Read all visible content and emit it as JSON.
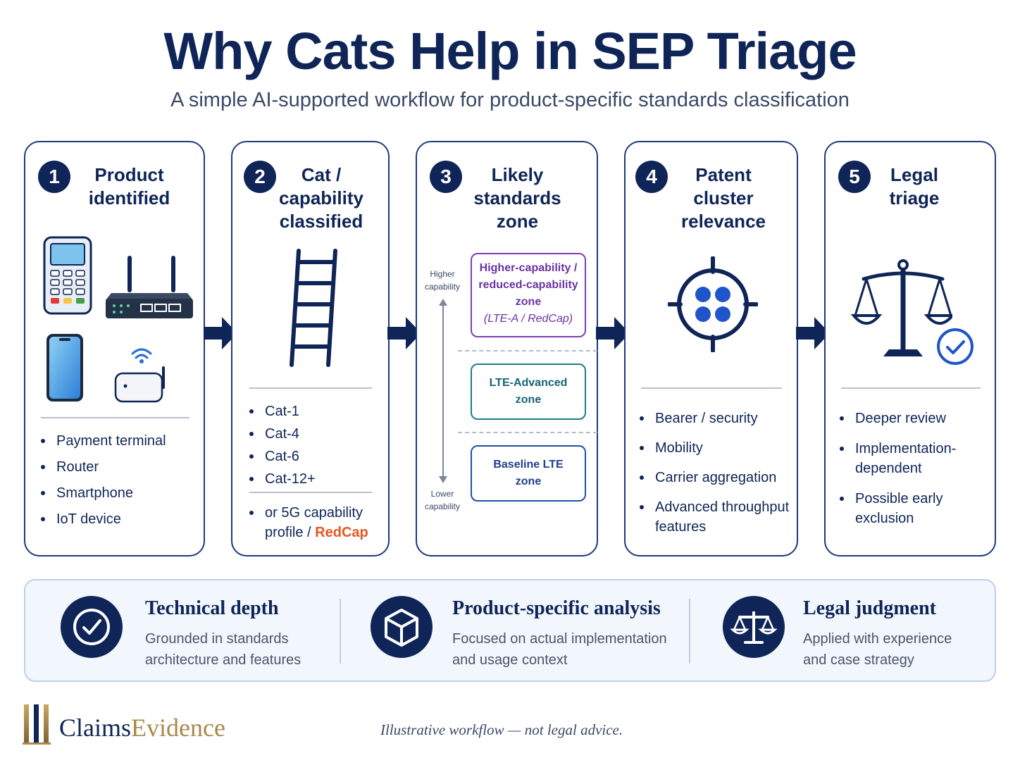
{
  "title": "Why Cats Help in SEP Triage",
  "subtitle": "A simple AI-supported workflow for product-specific standards classification",
  "steps": [
    {
      "number": "1",
      "title_lines": [
        "Product",
        "identified"
      ],
      "bullets": [
        "Payment terminal",
        "Router",
        "Smartphone",
        "IoT device"
      ]
    },
    {
      "number": "2",
      "title_lines": [
        "Cat /",
        "capability",
        "classified"
      ],
      "bullets": [
        "Cat-1",
        "Cat-4",
        "Cat-6",
        "Cat-12+"
      ],
      "extra_prefix": "or 5G capability",
      "extra_prefix_2": "profile / ",
      "extra_highlight": "RedCap"
    },
    {
      "number": "3",
      "title_lines": [
        "Likely",
        "standards",
        "zone"
      ],
      "higher_label": [
        "Higher",
        "capability"
      ],
      "lower_label": [
        "Lower",
        "capability"
      ],
      "zones": [
        {
          "lines": [
            "Higher-capability /",
            "reduced-capability",
            "zone"
          ],
          "sub": "(LTE-A / RedCap)"
        },
        {
          "lines": [
            "LTE-Advanced",
            "zone"
          ]
        },
        {
          "lines": [
            "Baseline LTE",
            "zone"
          ]
        }
      ]
    },
    {
      "number": "4",
      "title_lines": [
        "Patent cluster",
        "relevance"
      ],
      "bullets": [
        "Bearer / security",
        "Mobility",
        "Carrier aggregation",
        "Advanced throughput features"
      ]
    },
    {
      "number": "5",
      "title_lines": [
        "Legal",
        "triage"
      ],
      "bullets": [
        "Deeper review",
        "Implementation-dependent",
        "Possible early exclusion"
      ]
    }
  ],
  "features": [
    {
      "title": "Technical depth",
      "desc": [
        "Grounded in standards",
        "architecture and features"
      ],
      "icon": "check-circle-icon"
    },
    {
      "title": "Product-specific analysis",
      "desc": [
        "Focused on actual implementation",
        "and usage context"
      ],
      "icon": "cube-icon"
    },
    {
      "title": "Legal judgment",
      "desc": [
        "Applied with experience",
        "and case strategy"
      ],
      "icon": "scales-icon"
    }
  ],
  "brand": {
    "part1": "Claims",
    "part2": "Evidence"
  },
  "disclaimer": "Illustrative workflow — not legal advice.",
  "colors": {
    "navy": "#0f2557",
    "accent_orange": "#e8561f",
    "gold": "#a9884a",
    "purple": "#7b3fb4",
    "teal": "#167f8a"
  }
}
